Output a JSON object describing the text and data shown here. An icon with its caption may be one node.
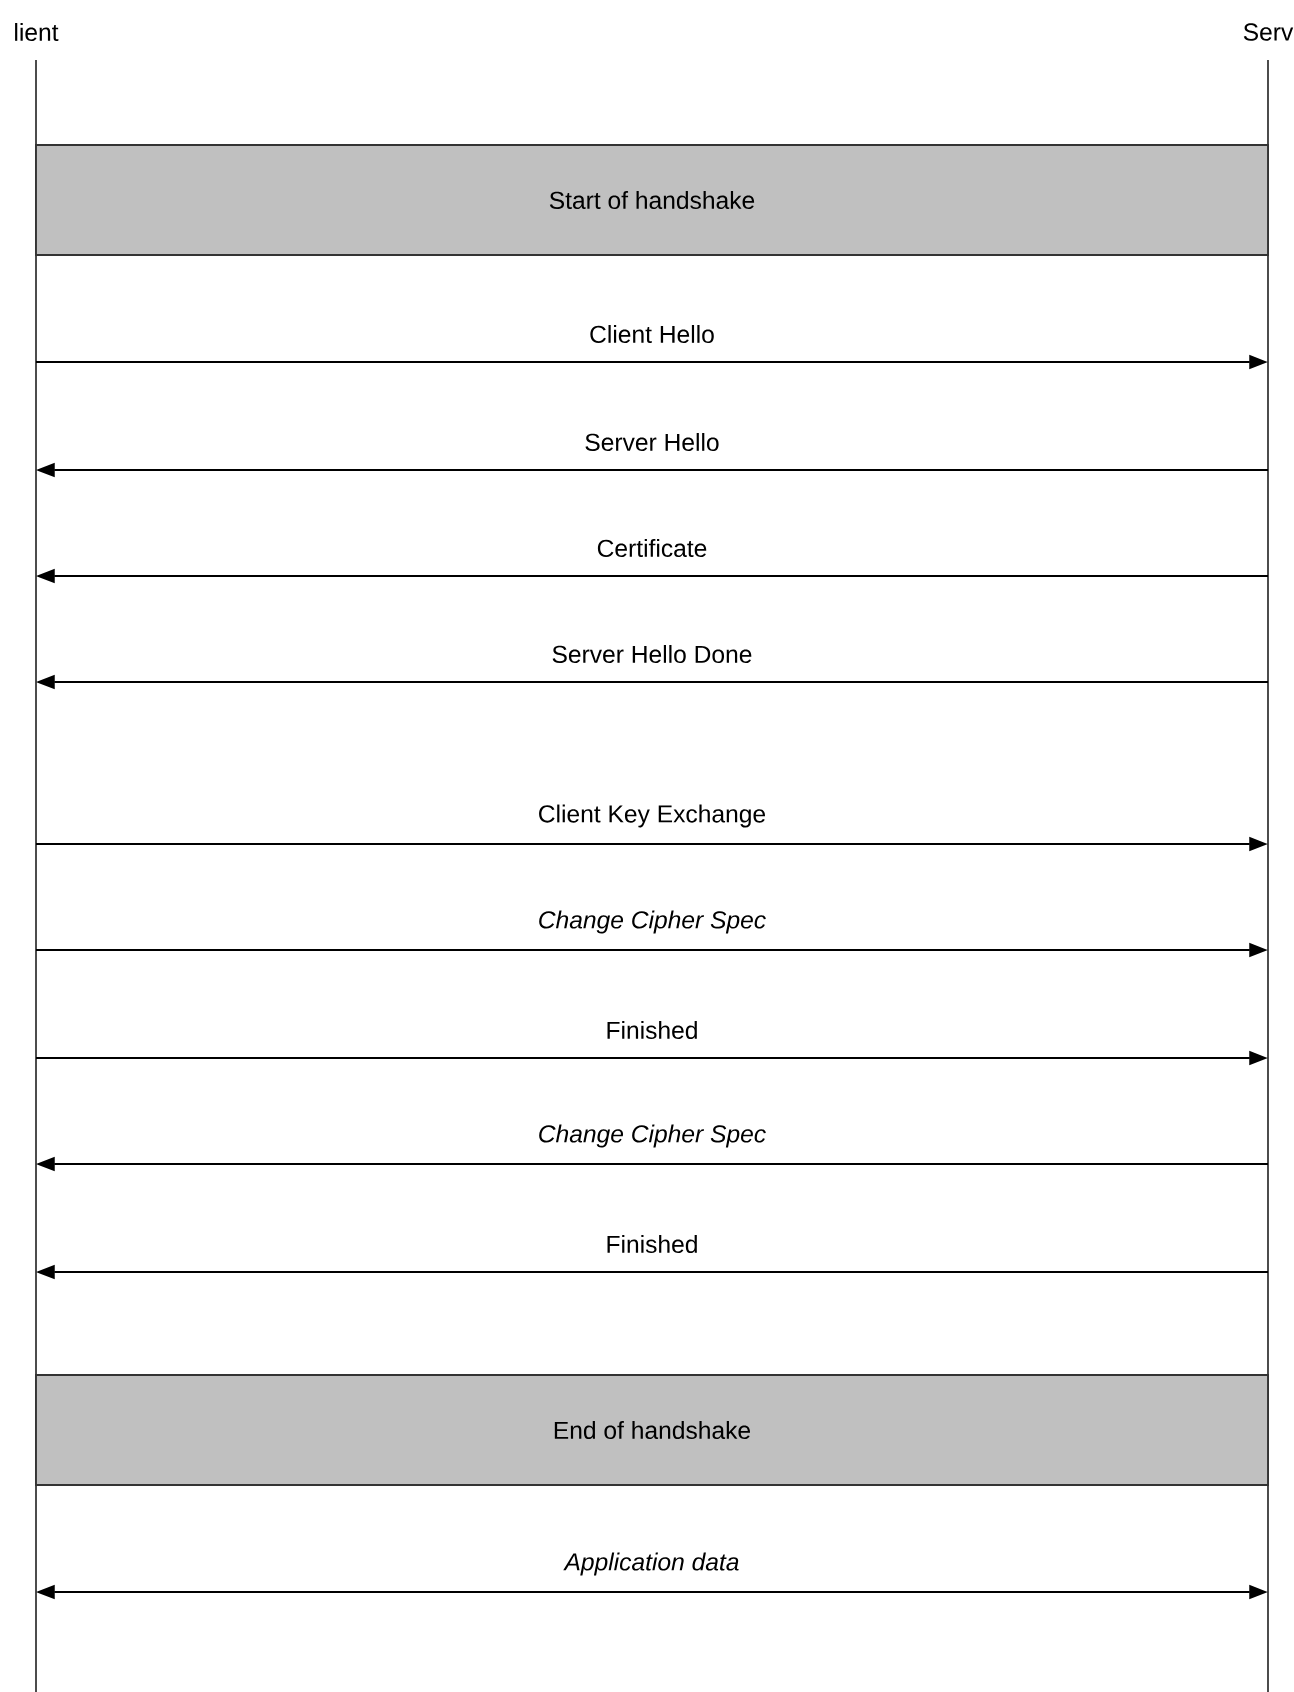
{
  "diagram": {
    "nodes": [
      {
        "text": [
          "lient"
        ]
      },
      {
        "text": [
          "Serv"
        ]
      },
      {
        "text": [
          "Start of handshake"
        ]
      },
      {
        "text": [
          "End of handshake"
        ]
      }
    ],
    "edges": [
      {
        "from": 0,
        "to": 1,
        "arrow": "to",
        "label": "Client Hello"
      },
      {
        "from": 1,
        "to": 0,
        "arrow": "to",
        "label": "Server Hello"
      },
      {
        "from": 1,
        "to": 0,
        "arrow": "to",
        "label": "Certificate"
      },
      {
        "from": 1,
        "to": 0,
        "arrow": "to",
        "label": "Server Hello Done"
      },
      {
        "from": 0,
        "to": 1,
        "arrow": "to",
        "label": "Client Key Exchange"
      },
      {
        "from": 0,
        "to": 1,
        "arrow": "to",
        "label": "Change Cipher Spec"
      },
      {
        "from": 0,
        "to": 1,
        "arrow": "to",
        "label": "Finished"
      },
      {
        "from": 1,
        "to": 0,
        "arrow": "to",
        "label": "Change Cipher Spec"
      },
      {
        "from": 1,
        "to": 0,
        "arrow": "to",
        "label": "Finished"
      },
      {
        "from": 0,
        "to": 1,
        "arrow": "both",
        "label": "Application data"
      }
    ]
  }
}
